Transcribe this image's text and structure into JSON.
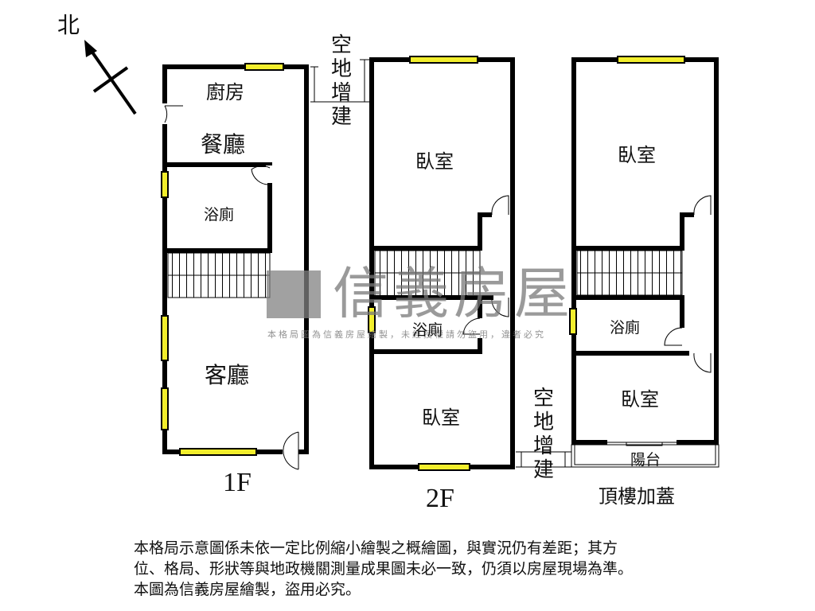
{
  "compass": {
    "label": "北",
    "icon": "north-arrow-icon"
  },
  "floors": {
    "f1": {
      "label": "1F",
      "rooms": {
        "kitchen": "廚房",
        "dining": "餐廳",
        "bathroom": "浴廁",
        "living": "客廳"
      }
    },
    "f2": {
      "label": "2F",
      "rooms": {
        "bedroom_top": "臥室",
        "bathroom": "浴廁",
        "bedroom_bottom": "臥室"
      }
    },
    "roof": {
      "label": "頂樓加蓋",
      "rooms": {
        "bedroom_top": "臥室",
        "bathroom": "浴廁",
        "bedroom_bottom": "臥室",
        "balcony": "陽台"
      }
    }
  },
  "annotations": {
    "extension_top": "空地增建",
    "extension_bottom": "空地增建"
  },
  "watermark": {
    "brand": "信義房屋",
    "notice": "本格局圖為信義房屋繪製，未經授權請勿盜用，違者必究"
  },
  "disclaimer": {
    "line1": "本格局示意圖係未依一定比例縮小繪製之概繪圖，與實況仍有差距；其方",
    "line2": "位、格局、形狀等與地政機關測量成果圖未必一致，仍須以房屋現場為準。",
    "line3": "本圖為信義房屋繪製，盜用必究。"
  },
  "colors": {
    "wall": "#000000",
    "window": "#f2ee2c",
    "watermark": "#8a8a8a"
  }
}
